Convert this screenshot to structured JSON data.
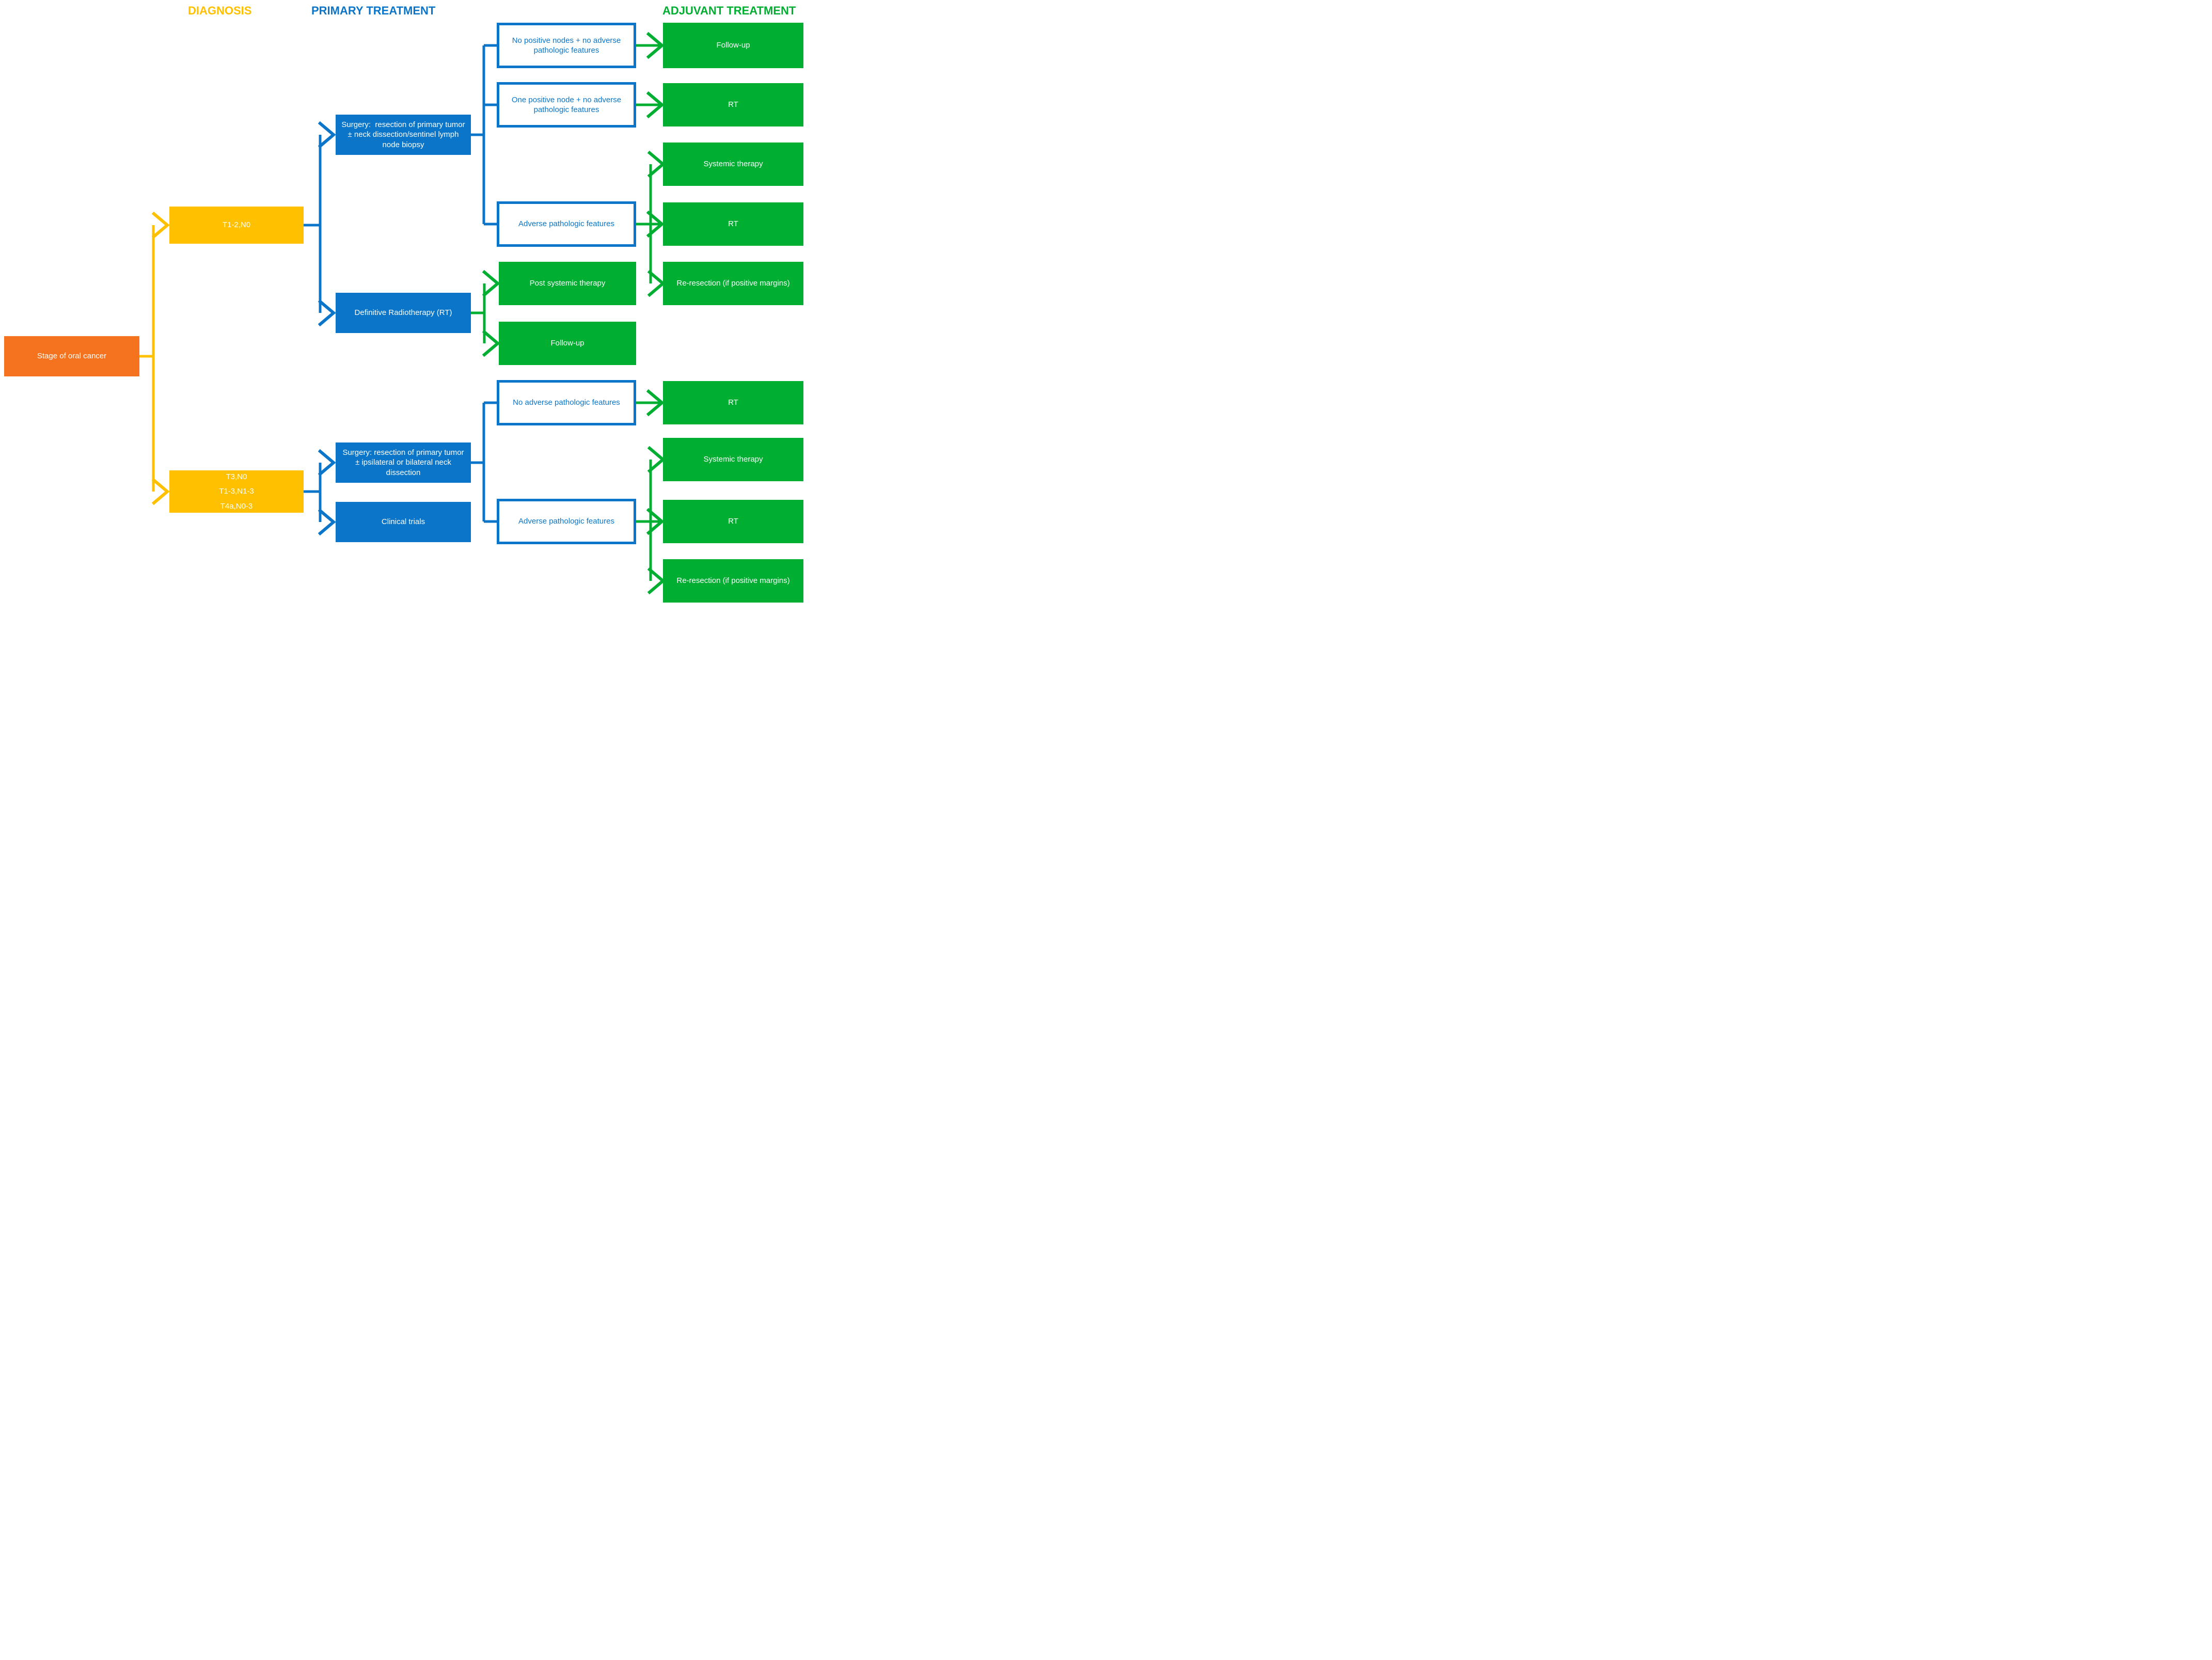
{
  "headers": {
    "diagnosis": "DIAGNOSIS",
    "primary": "PRIMARY TREATMENT",
    "adjuvant": "ADJUVANT TREATMENT"
  },
  "colors": {
    "orange": "#F5731E",
    "yellow": "#FFC000",
    "blue": "#0A75C9",
    "green": "#00AF32"
  },
  "nodes": {
    "stage": "Stage of oral cancer",
    "t12n0": "T1-2,N0",
    "t3n0_lines": [
      "T3,N0",
      "T1-3,N1-3",
      "T4a,N0-3"
    ],
    "surgery_top": "Surgery:  resection of primary tumor ± neck dissection/sentinel lymph node biopsy",
    "definitive_rt": "Definitive Radiotherapy (RT)",
    "surgery_bottom": "Surgery: resection of primary tumor ± ipsilateral or bilateral neck dissection",
    "clinical_trials": "Clinical trials",
    "no_positive_nodes": "No positive nodes + no adverse pathologic features",
    "one_positive_node": "One positive node + no adverse pathologic features",
    "adverse_top": "Adverse pathologic features",
    "no_adverse": "No adverse pathologic features",
    "adverse_bottom": "Adverse pathologic features",
    "followup_top": "Follow-up",
    "rt_top": "RT",
    "systemic_top": "Systemic therapy",
    "rt_mid": "RT",
    "reresection_top": "Re-resection (if positive margins)",
    "post_systemic": "Post systemic therapy",
    "followup_mid": "Follow-up",
    "rt_bottom1": "RT",
    "systemic_bottom": "Systemic therapy",
    "rt_bottom2": "RT",
    "reresection_bottom": "Re-resection (if positive margins)"
  }
}
